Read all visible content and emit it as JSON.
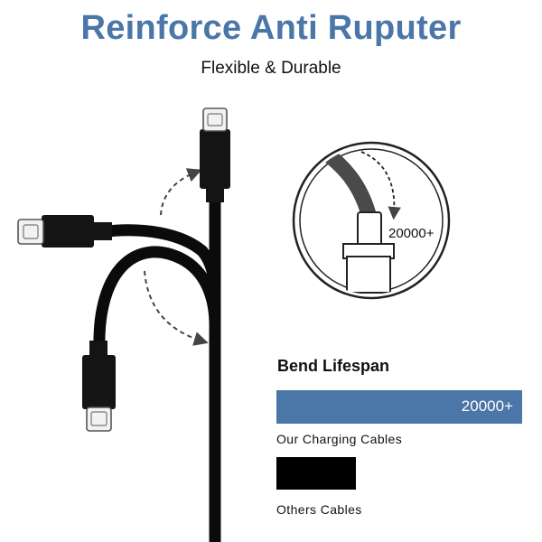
{
  "header": {
    "title": "Reinforce Anti Ruputer",
    "subtitle": "Flexible & Durable"
  },
  "inset": {
    "count_label": "20000+"
  },
  "comparison": {
    "title": "Bend Lifespan",
    "ours": {
      "value_label": "20000+",
      "caption": "Our Charging Cables",
      "relative_length": 1.0
    },
    "others": {
      "caption": "Others Cables",
      "relative_length": 0.32
    }
  },
  "colors": {
    "accent": "#4a76a8",
    "cable": "#0b0b0b",
    "connector": "#f0f0f0"
  }
}
